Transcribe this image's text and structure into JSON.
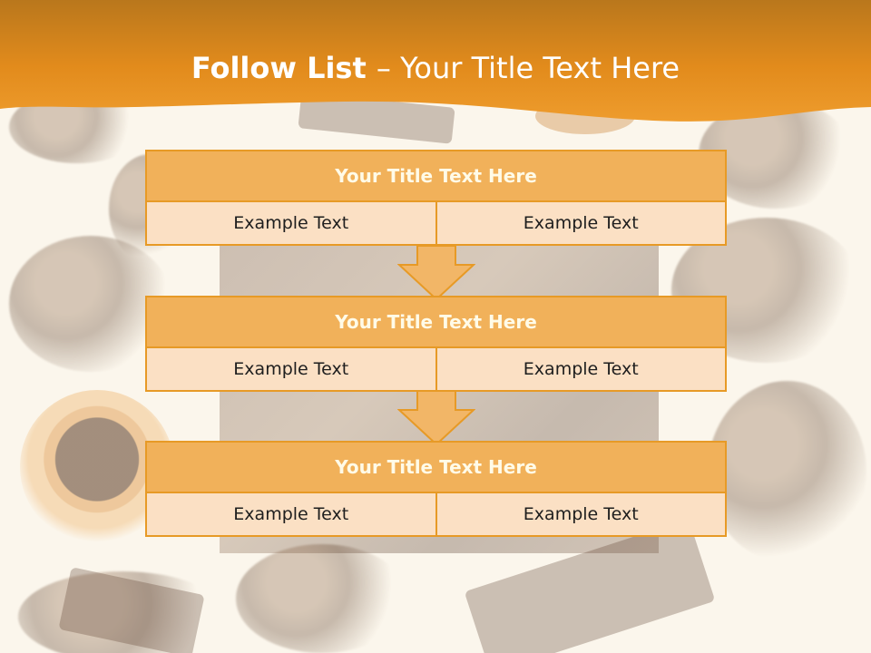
{
  "slide": {
    "title_bold": "Follow List ",
    "title_rest": " – Your Title Text Here",
    "colors": {
      "accent": "#e79a26",
      "header": "#f1b15a",
      "cell": "#fbe0c4",
      "band": "#e8921f"
    }
  },
  "steps": [
    {
      "title": "Your Title Text Here",
      "left": "Example Text",
      "right": "Example Text"
    },
    {
      "title": "Your Title Text Here",
      "left": "Example Text",
      "right": "Example Text"
    },
    {
      "title": "Your Title Text Here",
      "left": "Example Text",
      "right": "Example Text"
    }
  ]
}
